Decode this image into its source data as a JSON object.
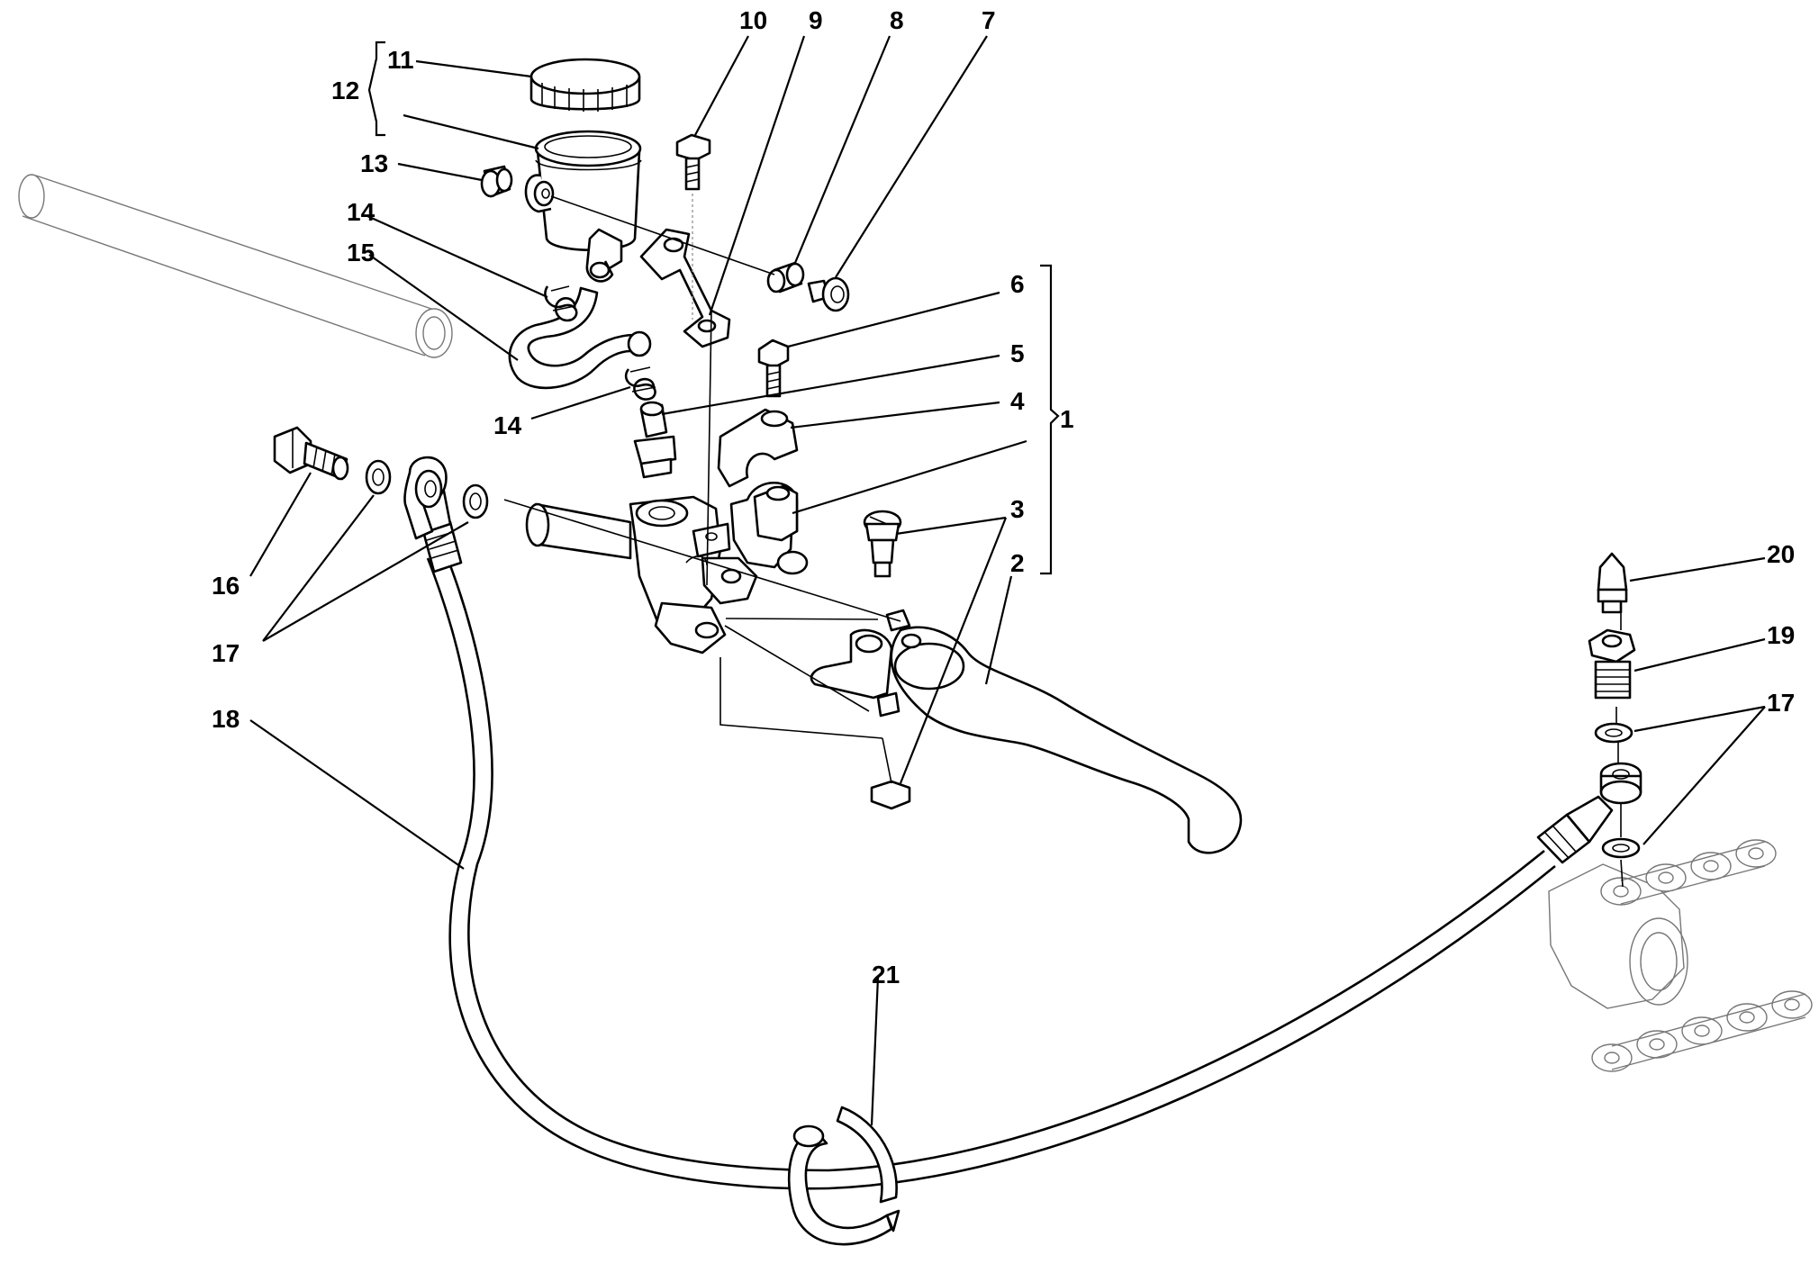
{
  "labels": {
    "l1": "1",
    "l2": "2",
    "l3": "3",
    "l4": "4",
    "l5": "5",
    "l6": "6",
    "l7": "7",
    "l8": "8",
    "l9": "9",
    "l10": "10",
    "l11": "11",
    "l12": "12",
    "l13": "13",
    "l14a": "14",
    "l14b": "14",
    "l15": "15",
    "l16": "16",
    "l17a": "17",
    "l17b": "17",
    "l18": "18",
    "l19": "19",
    "l20": "20",
    "l21": "21"
  }
}
